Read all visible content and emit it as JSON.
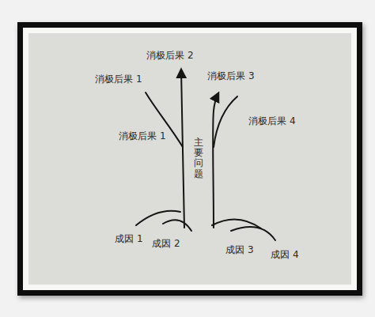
{
  "diagram": {
    "labels": [
      "消极后果 2",
      "消极后果 1",
      "消极后果 3",
      "消极后果 4",
      "消极后果 1",
      "主要问题",
      "成因 1",
      "成因 2",
      "成因 3",
      "成因 4"
    ]
  }
}
